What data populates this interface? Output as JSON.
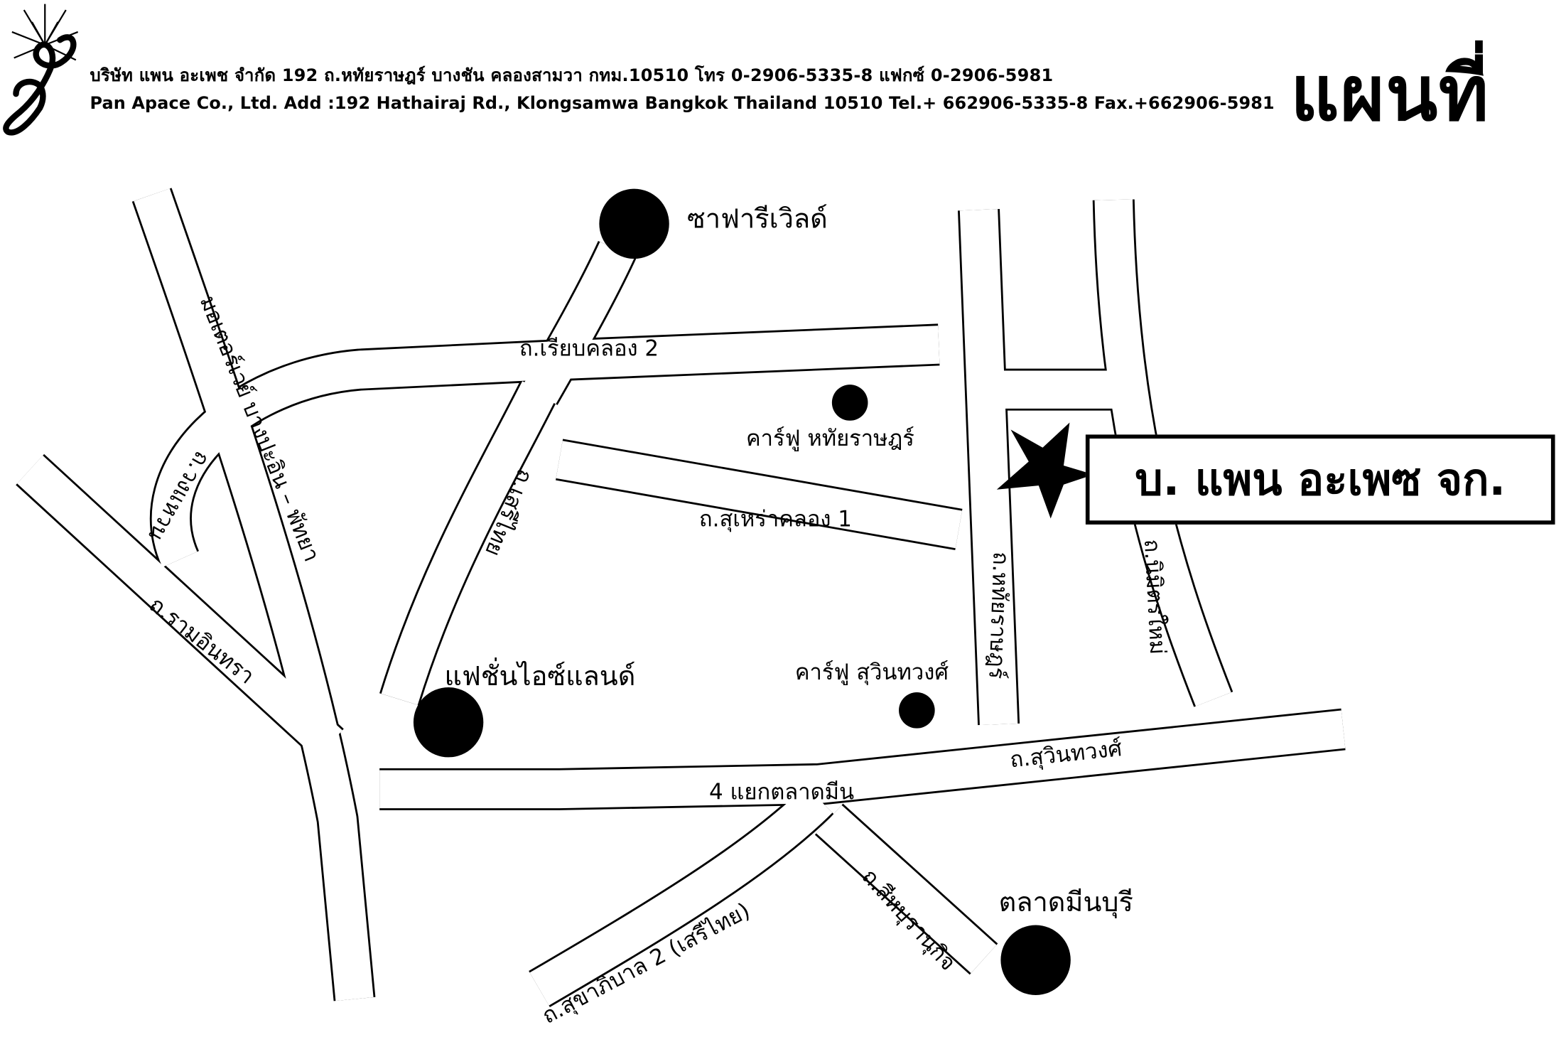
{
  "header": {
    "company_th": "บริษัท แพน อะเพช จำกัด 192 ถ.หทัยราษฎร์ บางชัน คลองสามวา กทม.10510 โทร 0-2906-5335-8 แฟกซ์ 0-2906-5981",
    "company_en": "Pan Apace Co., Ltd.  Add :192 Hathairaj Rd., Klongsamwa Bangkok Thailand 10510 Tel.+ 662906-5335-8 Fax.+662906-5981",
    "title": "แผนที่"
  },
  "company_label": "บ. แพน อะเพซ จก.",
  "roads": {
    "rieb_khlong_2": "ถ.เรียบคลอง 2",
    "suea_khlong_1": "ถ.สุเหร่าคลอง 1",
    "sukhaphiban_2": "ถ.สุขาภิบาล 2 (เสรีไทย)",
    "seehaburanukit": "ถ.สีหบุรานุกิจ",
    "yaek_talad_min": "4 แยกตลาดมีน",
    "suwinthawong": "ถ.สุวินทวงศ์",
    "ram_inthra": "ถ.รามอินทรา",
    "motorway": "มอเตอร์เวย์ บางปะอิน – พัทยา",
    "hathairat": "ถ.หทัยราษฎร์",
    "nimit_mai": "ถ.นิมิตรใหม่",
    "serithai": "ถ.เสรีไทย",
    "outer": "ถ.วงแหวน"
  },
  "landmarks": {
    "safari_world": "ซาฟารีเวิลด์",
    "carrefour_hathairat": "คาร์ฟู หทัยราษฎร์",
    "carrefour_suwinthawong": "คาร์ฟู สุวินทวงศ์",
    "fashion_island": "แฟชั่นไอซ์แลนด์",
    "talad_minburi": "ตลาดมีนบุรี"
  },
  "icons": {
    "logo": "star-burst-logo",
    "company_marker": "star-icon",
    "landmark_marker": "filled-circle-icon"
  },
  "colors": {
    "ink": "#000000",
    "paper": "#ffffff"
  }
}
